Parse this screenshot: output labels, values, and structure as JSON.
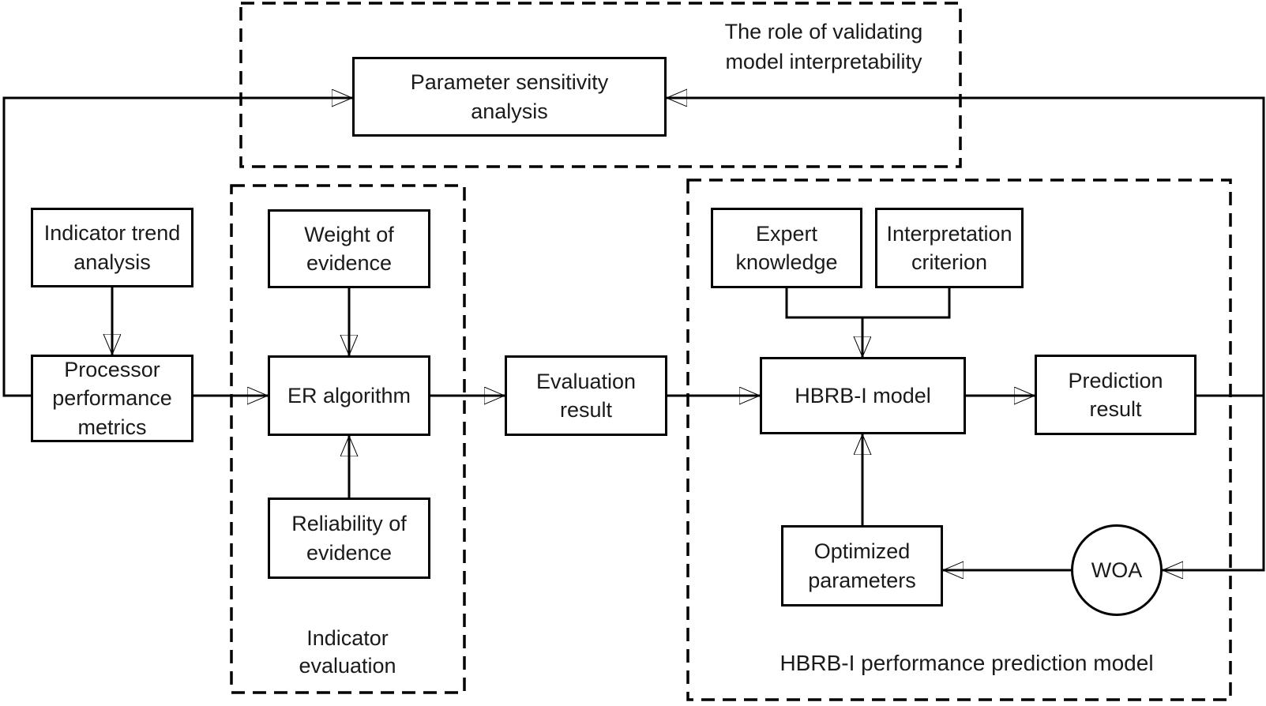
{
  "diagram": {
    "containers": {
      "validation": {
        "label": "The role of validating model interpretability"
      },
      "indicator_evaluation": {
        "label": "Indicator evaluation"
      },
      "prediction_model": {
        "label": "HBRB-I performance prediction model"
      }
    },
    "nodes": {
      "parameter_sensitivity": {
        "label": "Parameter sensitivity analysis"
      },
      "indicator_trend": {
        "label": "Indicator trend analysis"
      },
      "processor_metrics": {
        "label": "Processor performance metrics"
      },
      "weight_evidence": {
        "label": "Weight of evidence"
      },
      "er_algorithm": {
        "label": "ER algorithm"
      },
      "reliability_evidence": {
        "label": "Reliability of evidence"
      },
      "evaluation_result": {
        "label": "Evaluation result"
      },
      "expert_knowledge": {
        "label": "Expert knowledge"
      },
      "interpretation_criterion": {
        "label": "Interpretation criterion"
      },
      "hbrb_model": {
        "label": "HBRB-I model"
      },
      "prediction_result": {
        "label": "Prediction result"
      },
      "optimized_parameters": {
        "label": "Optimized parameters"
      },
      "woa": {
        "label": "WOA"
      }
    },
    "colors": {
      "line": "#000000",
      "background": "#ffffff",
      "text": "#1a1a1a"
    }
  }
}
